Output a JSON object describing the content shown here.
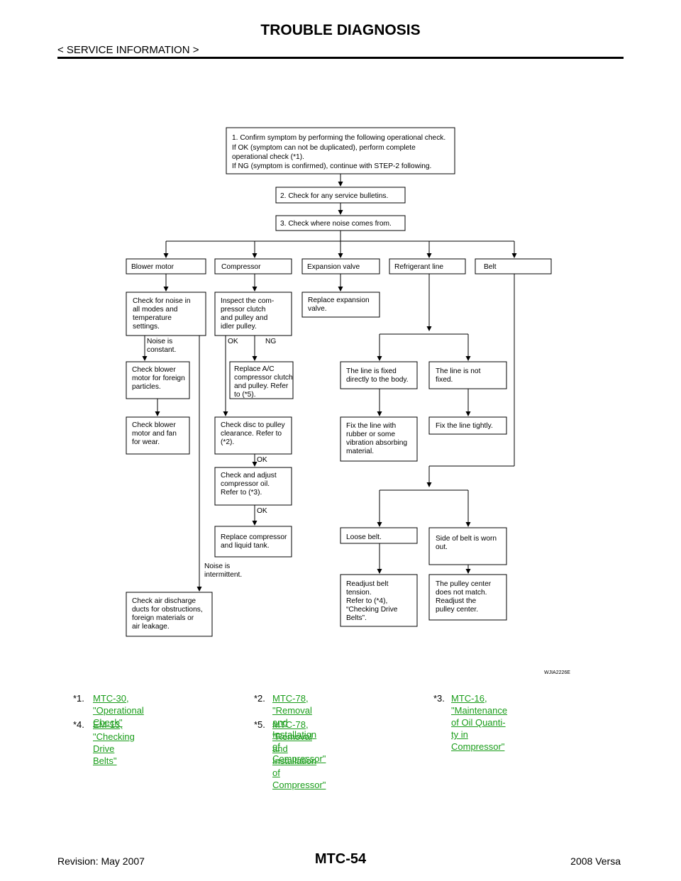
{
  "header": {
    "title": "TROUBLE DIAGNOSIS",
    "section": "< SERVICE INFORMATION >"
  },
  "flowchart": {
    "step1": [
      "1. Confirm symptom by performing the following operational check.",
      "If OK (symptom can not be duplicated), perform complete",
      "operational check (*1).",
      "If NG (symptom is confirmed), continue with STEP-2 following."
    ],
    "step2": "2. Check for any service bulletins.",
    "step3": "3. Check where noise comes from.",
    "sources": [
      "Blower motor",
      "Compressor",
      "Expansion valve",
      "Refrigerant line",
      "Belt"
    ],
    "blower_check": [
      "Check for noise in",
      "all modes and",
      "temperature",
      "settings."
    ],
    "noise_constant": [
      "Noise is",
      "constant."
    ],
    "blower_foreign": [
      "Check blower",
      "motor for foreign",
      "particles."
    ],
    "blower_wear": [
      "Check blower",
      "motor and fan",
      "for wear."
    ],
    "noise_intermittent": [
      "Noise is",
      "intermittent."
    ],
    "air_discharge": [
      "Check air discharge",
      "ducts for obstructions,",
      "foreign materials or",
      "air leakage."
    ],
    "compressor_inspect": [
      "Inspect the com-",
      "pressor clutch",
      "and pulley and",
      "idler pulley."
    ],
    "ok": "OK",
    "ng": "NG",
    "replace_clutch": [
      "Replace A/C",
      "compressor clutch",
      "and pulley. Refer",
      "to (*5)."
    ],
    "disc_clearance": [
      "Check disc to pulley",
      "clearance. Refer to",
      "(*2)."
    ],
    "compressor_oil": [
      "Check and adjust",
      "compressor oil.",
      "Refer to (*3)."
    ],
    "replace_compressor": [
      "Replace compressor",
      "and liquid tank."
    ],
    "replace_expansion": [
      "Replace expansion",
      "valve."
    ],
    "line_fixed": [
      "The line is fixed",
      "directly to the body."
    ],
    "line_not_fixed": [
      "The line is not",
      "fixed."
    ],
    "fix_rubber": [
      "Fix the line with",
      "rubber or some",
      "vibration absorbing",
      "material."
    ],
    "fix_tightly": "Fix the line tightly.",
    "loose_belt": "Loose belt.",
    "belt_worn": [
      "Side of belt is worn",
      "out."
    ],
    "readjust_belt": [
      "Readjust belt",
      "tension.",
      "Refer to (*4),",
      "“Checking Drive",
      "Belts”."
    ],
    "pulley_center": [
      "The pulley center",
      "does not match.",
      "Readjust the",
      "pulley center."
    ],
    "figure_code": "WJIA2226E"
  },
  "references": [
    {
      "num": "*1.",
      "lines": [
        "MTC-30, \"Operational Check\""
      ]
    },
    {
      "num": "*2.",
      "lines": [
        "MTC-78, \"Removal and Installation of",
        "Compressor\""
      ]
    },
    {
      "num": "*3.",
      "lines": [
        "MTC-16, \"Maintenance of Oil Quanti-",
        "ty in Compressor\""
      ]
    },
    {
      "num": "*4.",
      "lines": [
        "EM-13, \"Checking Drive Belts\""
      ]
    },
    {
      "num": "*5.",
      "lines": [
        "MTC-78, \"Removal and Installation of",
        "Compressor\""
      ]
    }
  ],
  "colors": {
    "link": "#1a9d1a"
  },
  "footer": {
    "revision": "Revision: May 2007",
    "page": "MTC-54",
    "model": "2008 Versa"
  }
}
